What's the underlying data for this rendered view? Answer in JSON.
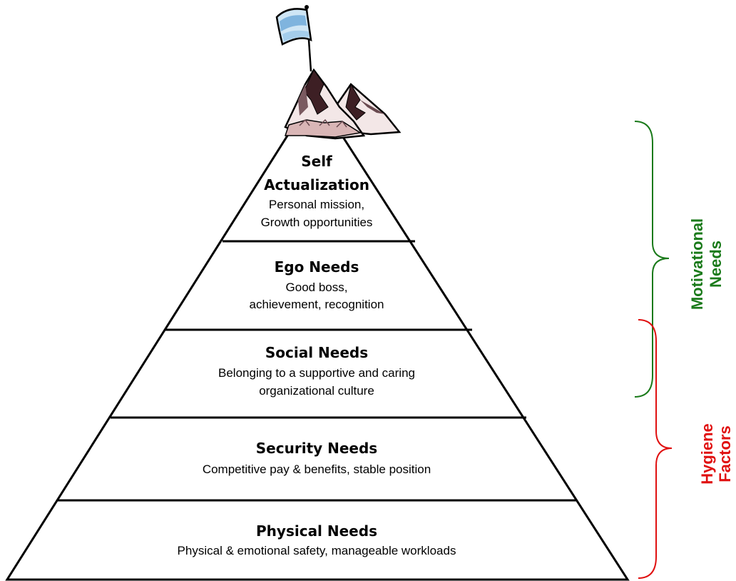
{
  "levels": [
    {
      "title_lines": [
        "Self",
        "Actualization"
      ],
      "desc_lines": [
        "Personal mission,",
        "Growth opportunities"
      ]
    },
    {
      "title_lines": [
        "Ego Needs"
      ],
      "desc_lines": [
        "Good boss,",
        "achievement, recognition"
      ]
    },
    {
      "title_lines": [
        "Social Needs"
      ],
      "desc_lines": [
        "Belonging to a supportive and caring",
        "organizational culture"
      ]
    },
    {
      "title_lines": [
        "Security Needs"
      ],
      "desc_lines": [
        "Competitive pay & benefits, stable position"
      ]
    },
    {
      "title_lines": [
        "Physical Needs"
      ],
      "desc_lines": [
        "Physical & emotional safety, manageable workloads"
      ]
    }
  ],
  "brackets": {
    "motivational": {
      "lines": [
        "Motivational",
        "Needs"
      ],
      "color": "#1a7a1a"
    },
    "hygiene": {
      "lines": [
        "Hygiene",
        "Factors"
      ],
      "color": "#e01010"
    }
  },
  "icons": {
    "summit": "mountain-flag-icon"
  }
}
